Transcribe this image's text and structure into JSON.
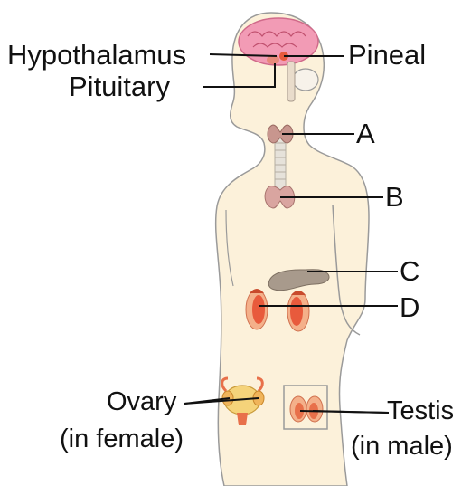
{
  "labels": {
    "hypothalamus": "Hypothalamus",
    "pineal": "Pineal",
    "pituitary": "Pituitary",
    "a": "A",
    "b": "B",
    "c": "C",
    "d": "D",
    "ovary": "Ovary",
    "ovary_note": "(in female)",
    "testis": "Testis",
    "testis_note": "(in male)"
  },
  "colors": {
    "body_fill": "#fcf1da",
    "body_outline": "#9a9a9a",
    "brain": "#f29bb5",
    "thyroid": "#c8968e",
    "thymus": "#d9a5a0",
    "pancreas": "#a89a8c",
    "adrenal_kidney": "#e85a3c",
    "ovary": "#f0b45a",
    "testis": "#e8704a",
    "leader_line": "#111111"
  }
}
